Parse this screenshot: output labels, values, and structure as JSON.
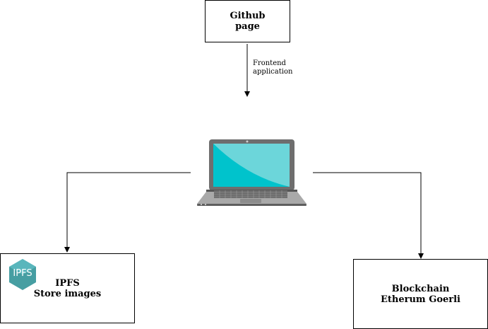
{
  "nodes": {
    "github": {
      "line1": "Github",
      "line2": "page"
    },
    "ipfs": {
      "logo_text": "IPFS",
      "logo_color": "#469ea2",
      "line1": "IPFS",
      "line2": "Store images"
    },
    "blockchain": {
      "line1": "Blockchain",
      "line2": "Etherum Goerli"
    },
    "laptop": {
      "icon": "laptop-icon",
      "screen_color": "#00c3cc"
    }
  },
  "edges": {
    "github_to_laptop": {
      "label_line1": "Frontend",
      "label_line2": "application"
    }
  }
}
